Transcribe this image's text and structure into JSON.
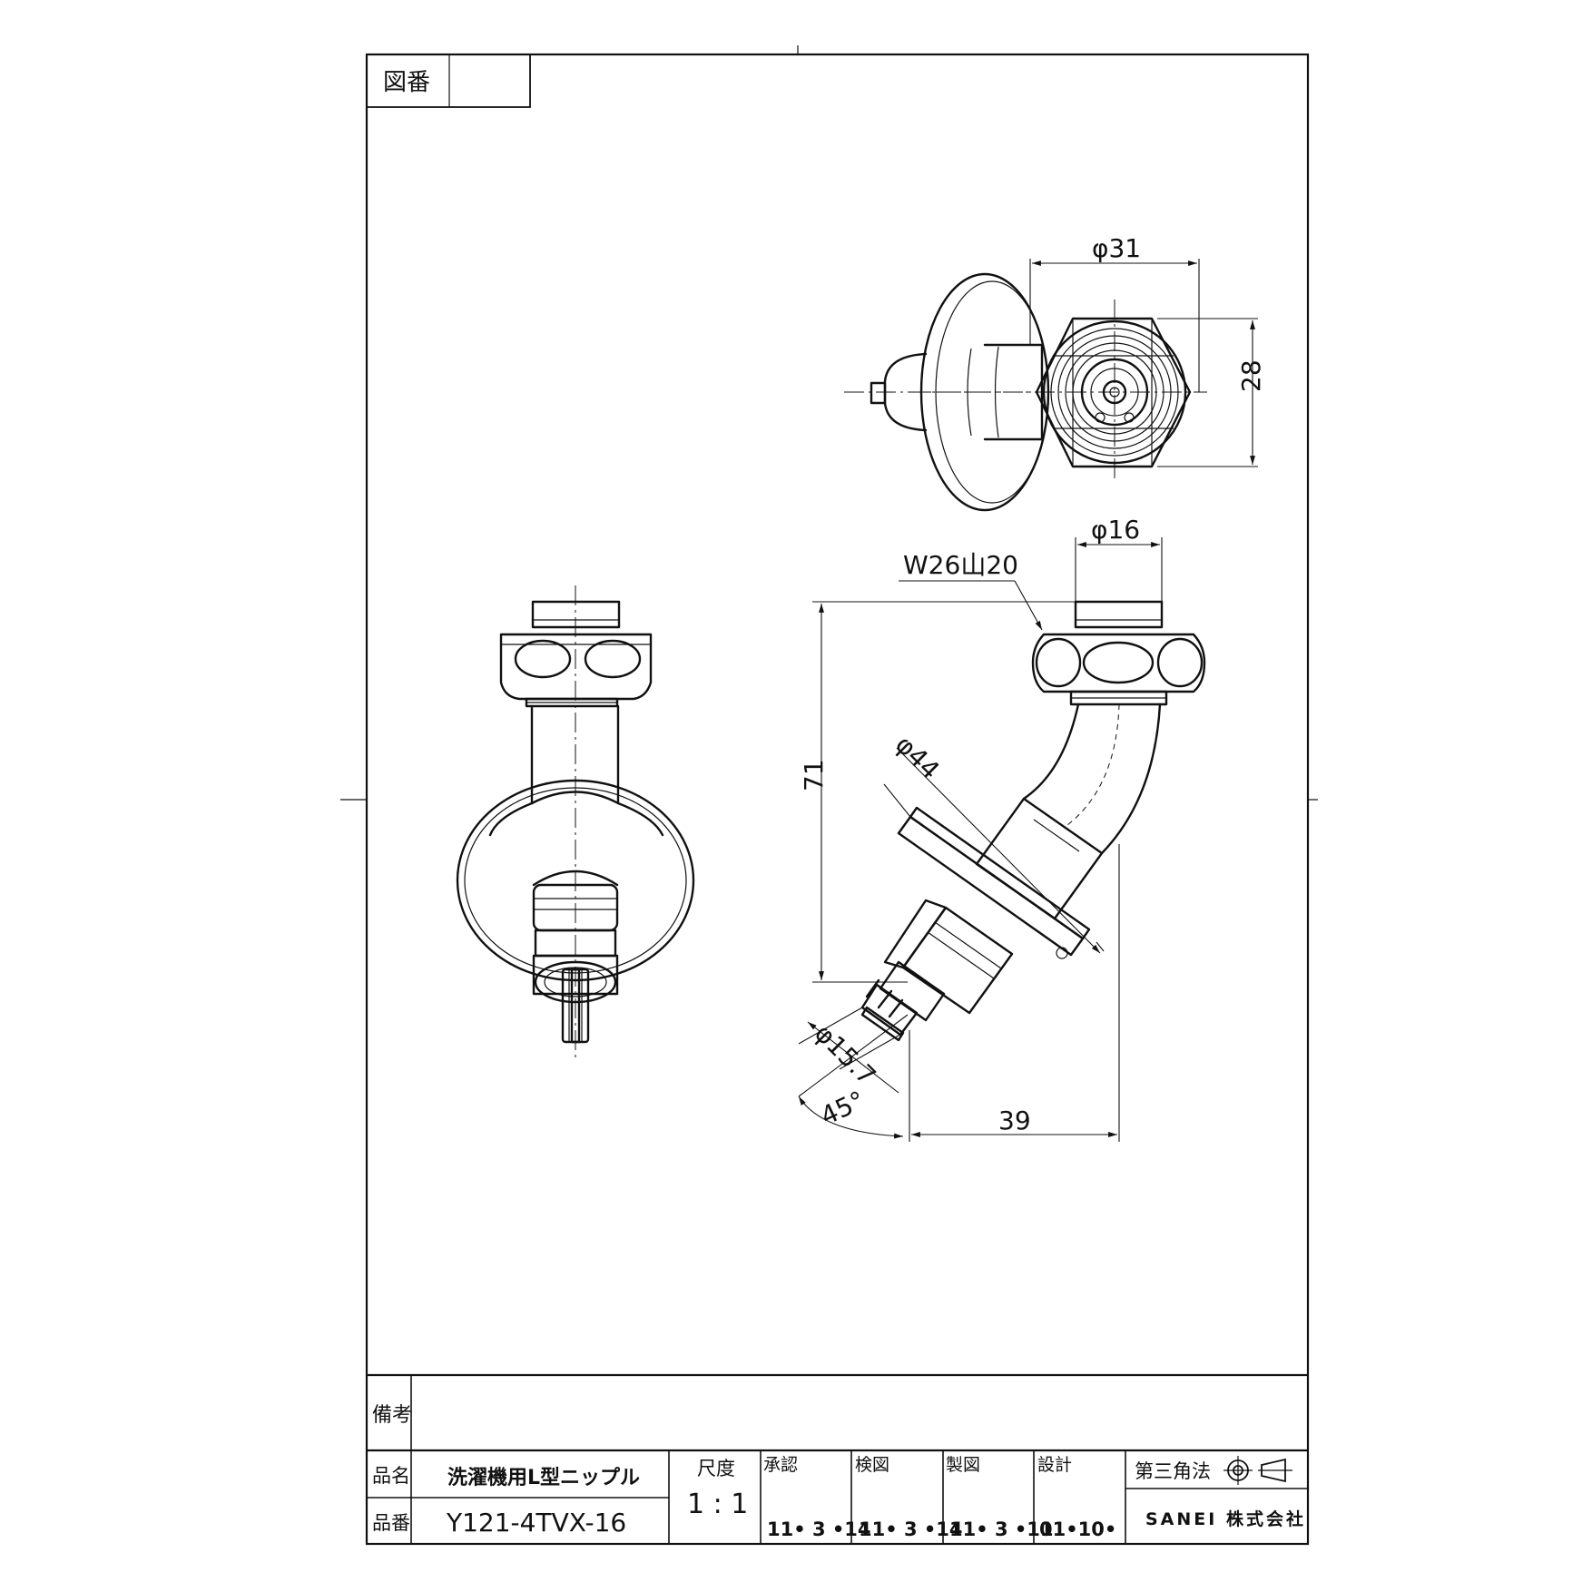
{
  "drawing_number_label": "図番",
  "drawing_number": "",
  "remarks_label": "備考",
  "remarks": "",
  "product_name_label": "品名",
  "product_name": "洗濯機用L型ニップル",
  "product_number_label": "品番",
  "product_number": "Y121-4TVX-16",
  "scale_label": "尺度",
  "scale": "1 : 1",
  "approval_label": "承認",
  "approval_date": "11• 3 •14",
  "check_label": "検図",
  "check_date": "11• 3 •14",
  "drafting_label": "製図",
  "drafting_date": "11• 3 •11",
  "design_label": "設計",
  "design_date": "01•10•",
  "projection_label": "第三角法",
  "company": "SANEI 株式会社",
  "dimensions": {
    "top_diameter": "φ31",
    "top_height": "28",
    "nut_diameter": "φ16",
    "thread": "W26山20",
    "overall_height": "71",
    "flange_diameter": "φ44",
    "hose_diameter": "φ15.7",
    "angle": "45°",
    "horizontal_offset": "39"
  },
  "colors": {
    "line": "#111111",
    "paper": "#ffffff"
  }
}
